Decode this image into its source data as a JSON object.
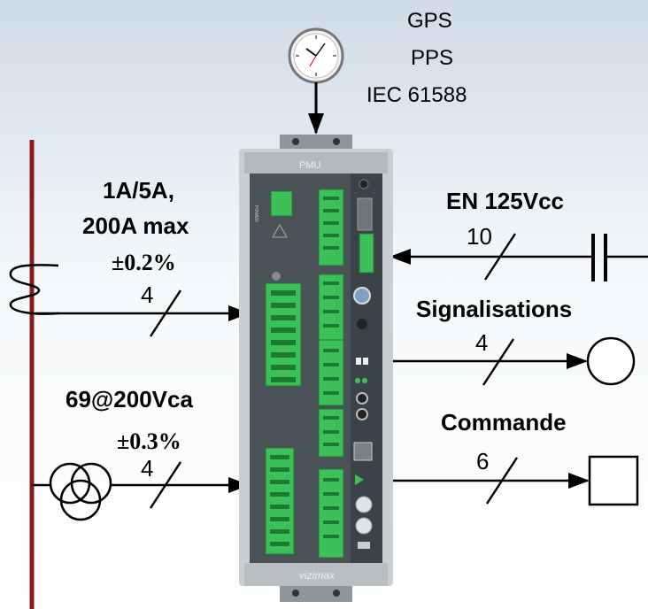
{
  "sync": {
    "lines": [
      "GPS",
      "PPS",
      "IEC 61588"
    ]
  },
  "current_input": {
    "rating_line1": "1A/5A,",
    "rating_line2": "200A max",
    "accuracy": "±0.2%",
    "count": "4"
  },
  "voltage_input": {
    "rating": "69@200Vca",
    "accuracy": "±0.3%",
    "count": "4"
  },
  "supply": {
    "label": "EN 125Vcc",
    "count": "10"
  },
  "signals": {
    "label": "Signalisations",
    "count": "4"
  },
  "command": {
    "label": "Commande",
    "count": "6"
  },
  "device": {
    "top_label": "PMU",
    "brand": "vizimax",
    "power_label": "POWER"
  },
  "colors": {
    "busbar": "#8b1a1a",
    "terminal_green": "#3dbf5a",
    "device_body": "#4a5258"
  }
}
